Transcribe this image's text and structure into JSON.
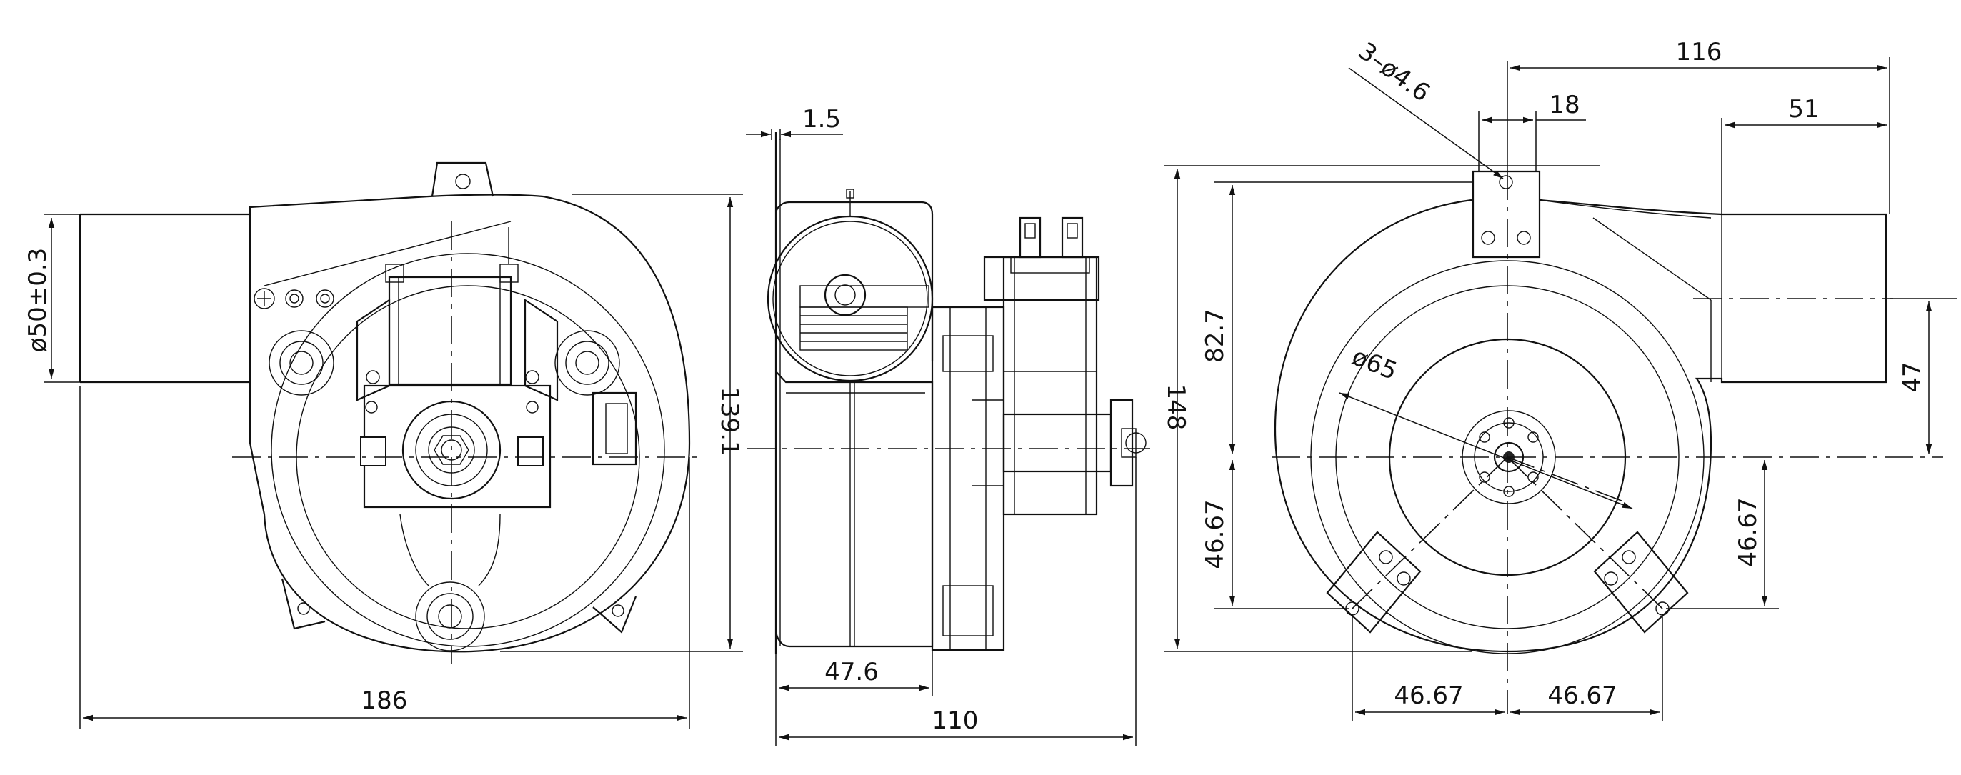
{
  "colors": {
    "line": "#111111",
    "background": "#ffffff"
  },
  "dimensions": {
    "front": {
      "outlet_diameter": "ø50±0.3",
      "height": "139.1",
      "width": "186"
    },
    "side": {
      "flange_thickness": "1.5",
      "housing_depth": "47.6",
      "total_depth": "110",
      "total_height": "148"
    },
    "rear": {
      "holes": "3–ø4.6",
      "width_to_outlet": "116",
      "tab_width": "18",
      "outlet_length": "51",
      "upper_height": "82.7",
      "inlet_diameter": "ø65",
      "outlet_offset": "47",
      "lower_left_height": "46.67",
      "lower_right_height": "46.67",
      "bottom_left": "46.67",
      "bottom_right": "46.67"
    }
  }
}
